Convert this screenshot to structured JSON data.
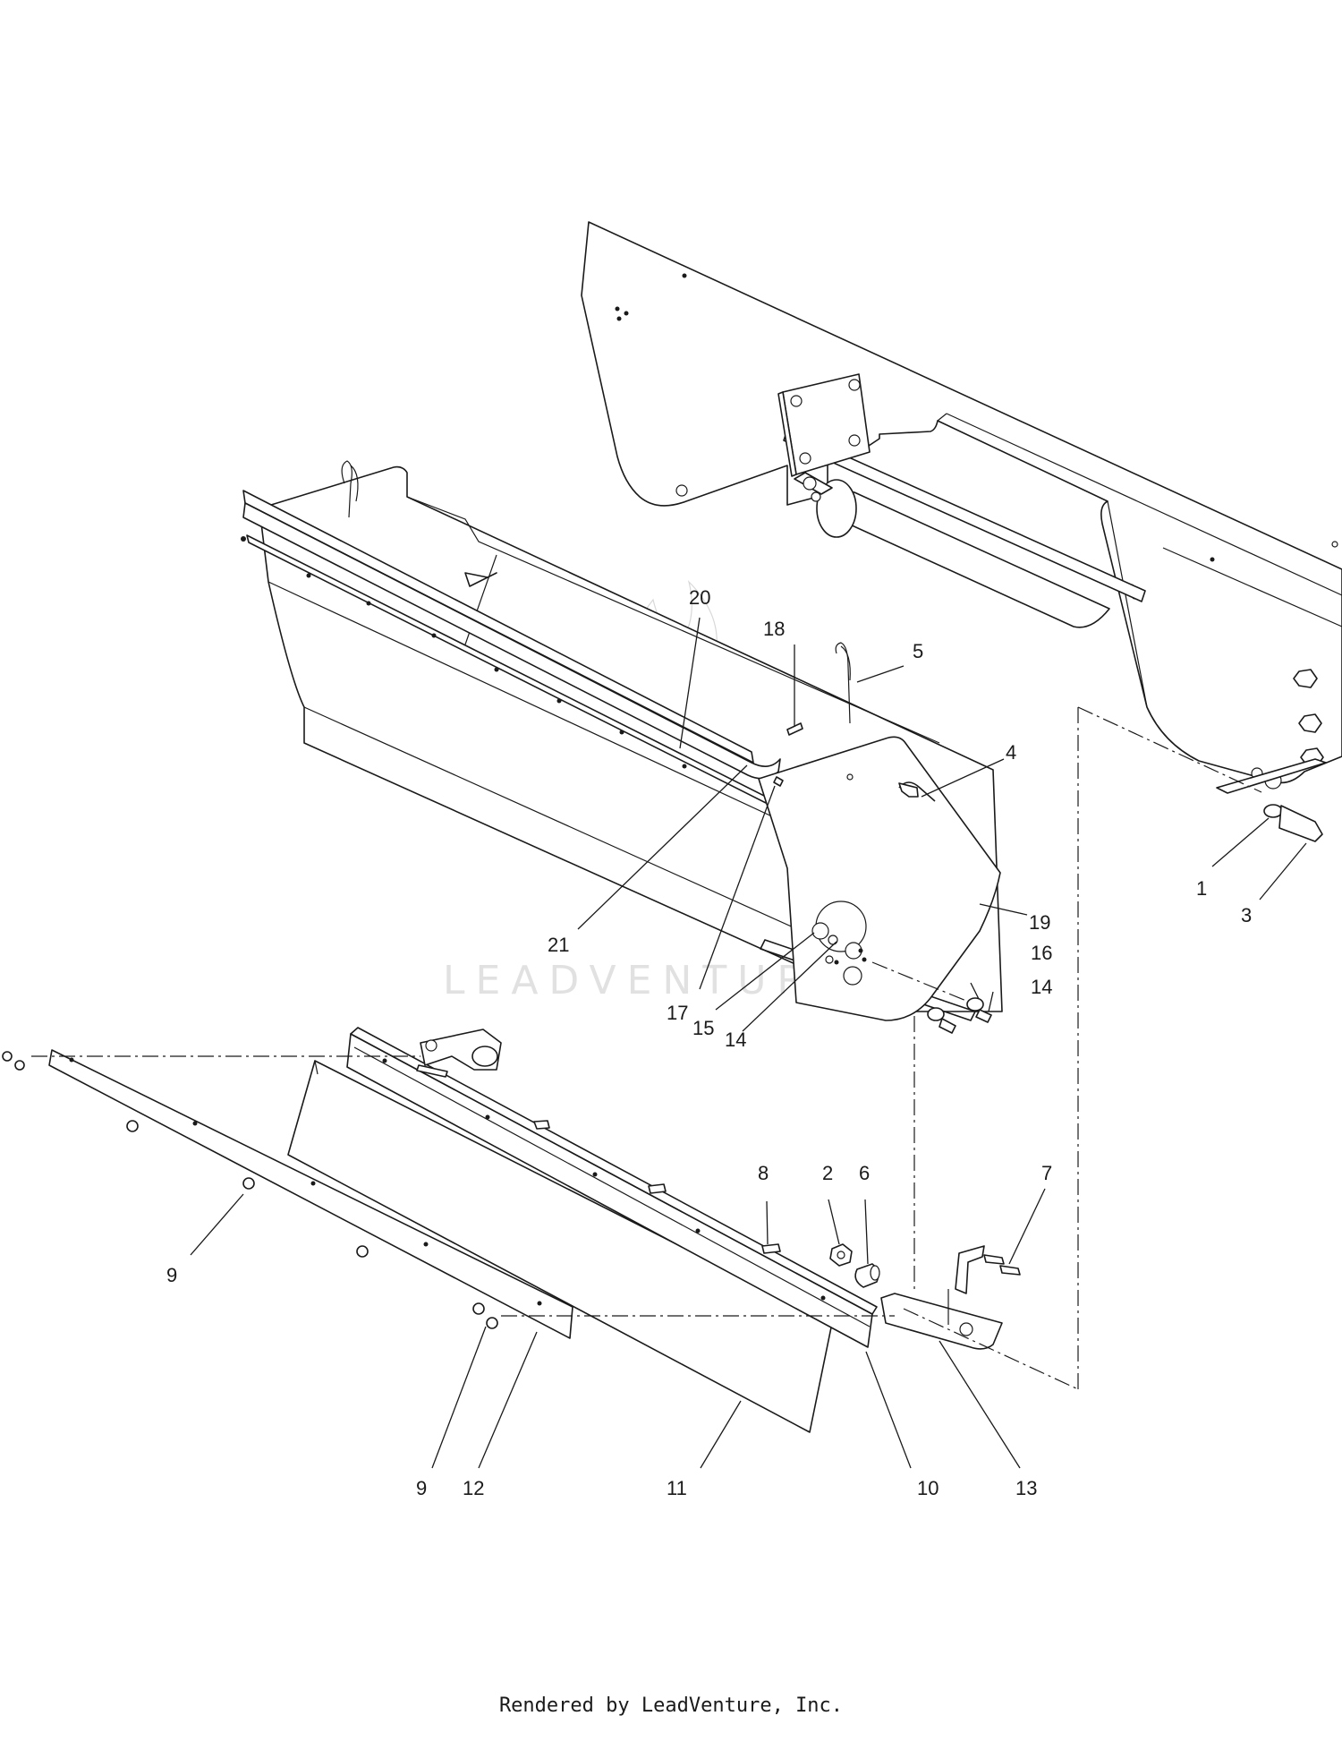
{
  "footer": {
    "text": "Rendered by LeadVenture, Inc."
  },
  "watermark": {
    "text": "LEADVENTURE"
  },
  "callouts": [
    "1",
    "3",
    "5",
    "4",
    "18",
    "20",
    "21",
    "17",
    "15",
    "14",
    "16",
    "14",
    "19",
    "8",
    "2",
    "6",
    "7",
    "9",
    "9",
    "12",
    "11",
    "10",
    "13"
  ]
}
